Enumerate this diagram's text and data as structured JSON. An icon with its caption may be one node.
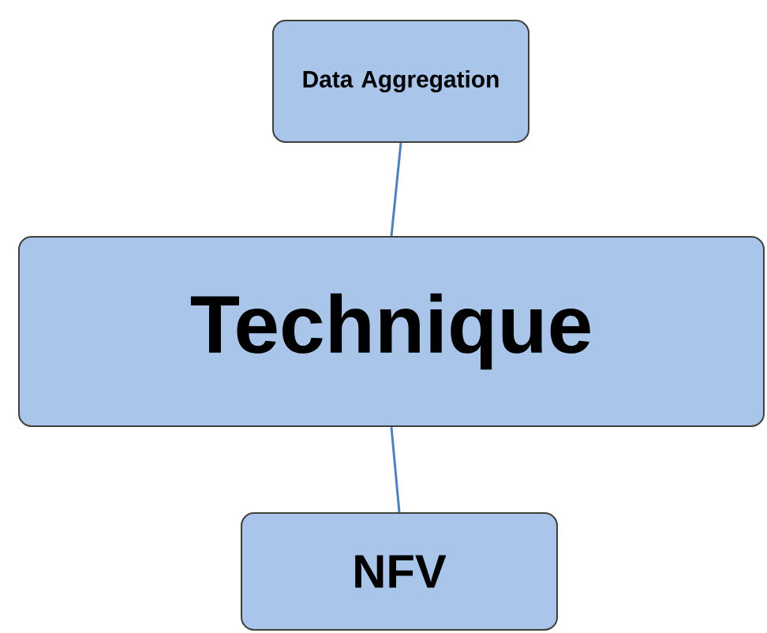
{
  "diagram": {
    "nodes": [
      {
        "text": [
          "Data Aggregation"
        ]
      },
      {
        "text": [
          "Technique"
        ]
      },
      {
        "text": [
          "NFV"
        ]
      }
    ],
    "edges": [
      {
        "from": 0,
        "to": 1,
        "arrow": "none"
      },
      {
        "from": 1,
        "to": 2,
        "arrow": "none"
      }
    ]
  }
}
